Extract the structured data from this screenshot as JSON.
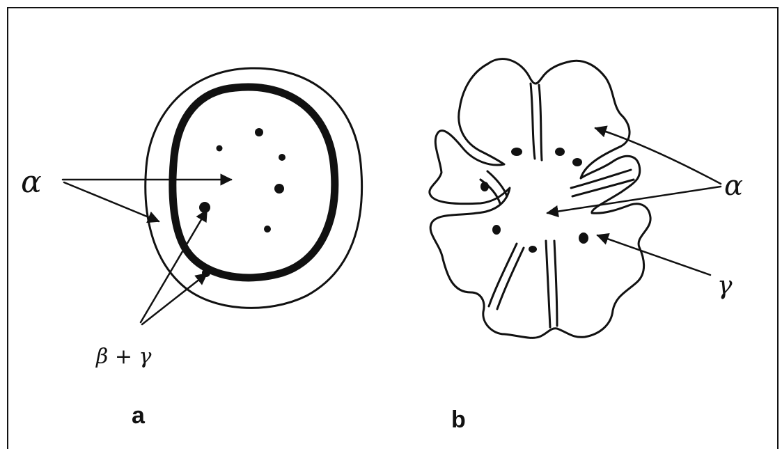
{
  "panels": [
    {
      "label": "a"
    },
    {
      "label": "b"
    }
  ],
  "annotations": {
    "alpha": "α",
    "beta_gamma": "β + γ",
    "gamma": "γ"
  },
  "colors": {
    "ink": "#111111",
    "paper": "#ffffff"
  }
}
